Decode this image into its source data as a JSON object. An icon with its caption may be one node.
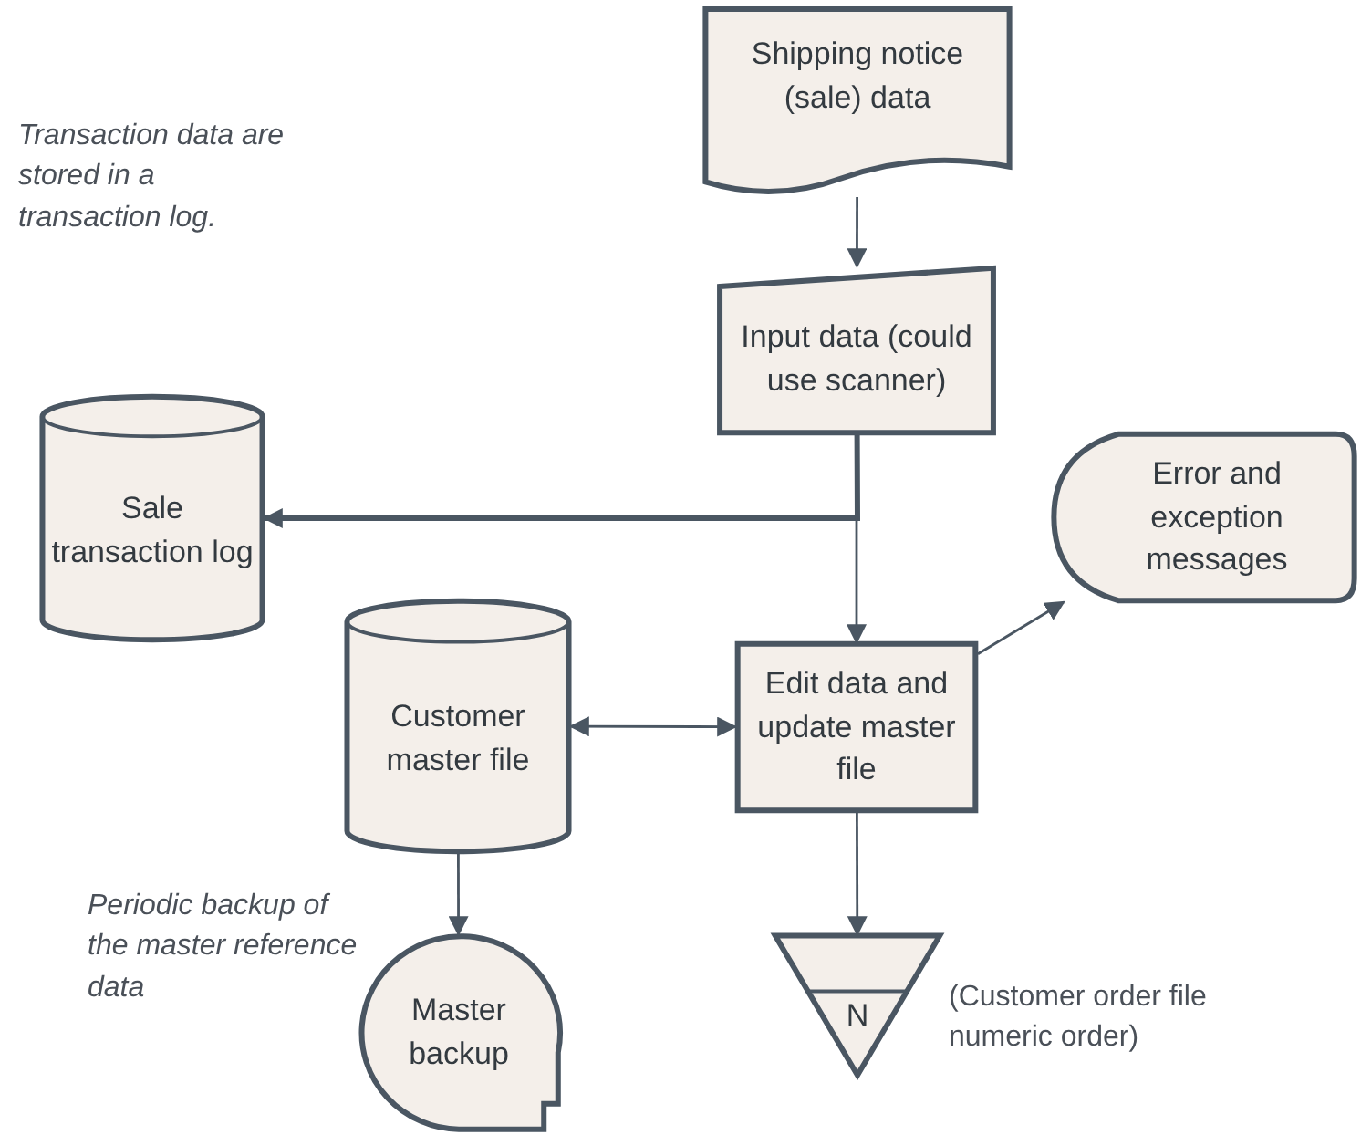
{
  "diagram": {
    "nodes": [
      {
        "text": [
          "Shipping notice (sale) data"
        ]
      },
      {
        "text": [
          "Input data (could use scanner)"
        ]
      },
      {
        "text": [
          "Sale transaction log"
        ]
      },
      {
        "text": [
          "Error and exception messages"
        ]
      },
      {
        "text": [
          "Customer master file"
        ]
      },
      {
        "text": [
          "Edit data and update master file"
        ]
      },
      {
        "text": [
          "Master backup"
        ]
      },
      {
        "text": [
          "N"
        ],
        "beside": [
          "(Customer order file numeric order)"
        ]
      }
    ],
    "edges": [
      {
        "from": 0,
        "to": 1,
        "arrow": "to"
      },
      {
        "from": 1,
        "to": 2,
        "arrow": "to",
        "style": "thick"
      },
      {
        "from": 1,
        "to": 5,
        "arrow": "to"
      },
      {
        "from": 4,
        "to": 5,
        "arrow": "both"
      },
      {
        "from": 5,
        "to": 3,
        "arrow": "to"
      },
      {
        "from": 5,
        "to": 7,
        "arrow": "to"
      },
      {
        "from": 4,
        "to": 6,
        "arrow": "to"
      }
    ],
    "labels": [
      "Transaction data are stored in a transaction log.",
      "Periodic backup of the master reference data"
    ]
  }
}
